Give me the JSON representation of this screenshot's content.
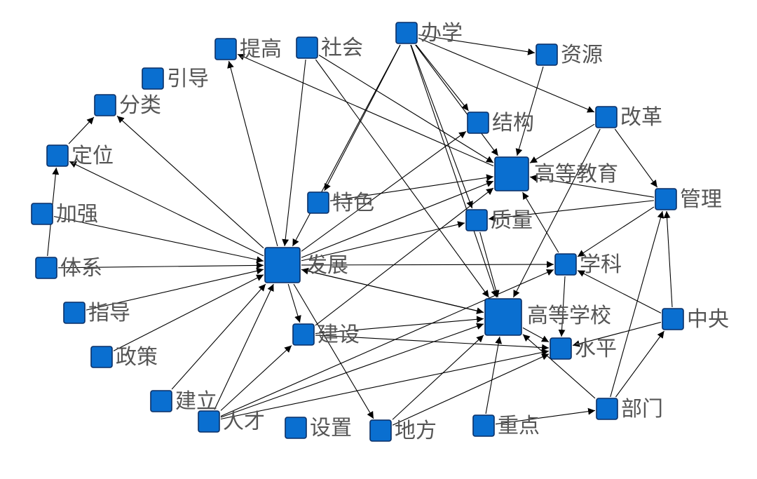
{
  "nodes": [
    {
      "id": "banxue",
      "label": "办学"
    },
    {
      "id": "ziyuan",
      "label": "资源"
    },
    {
      "id": "tigao",
      "label": "提高"
    },
    {
      "id": "shehui",
      "label": "社会"
    },
    {
      "id": "yindao",
      "label": "引导"
    },
    {
      "id": "fenlei",
      "label": "分类"
    },
    {
      "id": "jiegou",
      "label": "结构"
    },
    {
      "id": "gaige",
      "label": "改革"
    },
    {
      "id": "dingwei",
      "label": "定位"
    },
    {
      "id": "gaodengjiaoyu",
      "label": "高等教育"
    },
    {
      "id": "jiaqiang",
      "label": "加强"
    },
    {
      "id": "tese",
      "label": "特色"
    },
    {
      "id": "guanli",
      "label": "管理"
    },
    {
      "id": "zhiliang",
      "label": "质量"
    },
    {
      "id": "fazhan",
      "label": "发展"
    },
    {
      "id": "tixi",
      "label": "体系"
    },
    {
      "id": "xueke",
      "label": "学科"
    },
    {
      "id": "gaodengxuexiao",
      "label": "高等学校"
    },
    {
      "id": "zhongyang",
      "label": "中央"
    },
    {
      "id": "zhidao",
      "label": "指导"
    },
    {
      "id": "jianshe",
      "label": "建设"
    },
    {
      "id": "shuiping",
      "label": "水平"
    },
    {
      "id": "zhengce",
      "label": "政策"
    },
    {
      "id": "jianli",
      "label": "建立"
    },
    {
      "id": "bumen",
      "label": "部门"
    },
    {
      "id": "rencai",
      "label": "人才"
    },
    {
      "id": "shezhi",
      "label": "设置"
    },
    {
      "id": "difang",
      "label": "地方"
    },
    {
      "id": "zhongdian",
      "label": "重点"
    }
  ],
  "edges": [
    [
      "tixi",
      "fazhan"
    ],
    [
      "jiaqiang",
      "fazhan"
    ],
    [
      "zhidao",
      "fazhan"
    ],
    [
      "zhengce",
      "fazhan"
    ],
    [
      "jianli",
      "fazhan"
    ],
    [
      "rencai",
      "fazhan"
    ],
    [
      "tixi",
      "dingwei"
    ],
    [
      "dingwei",
      "fenlei"
    ],
    [
      "fazhan",
      "fenlei"
    ],
    [
      "fazhan",
      "dingwei"
    ],
    [
      "fazhan",
      "tigao"
    ],
    [
      "shehui",
      "fazhan"
    ],
    [
      "banxue",
      "tese"
    ],
    [
      "banxue",
      "fazhan"
    ],
    [
      "banxue",
      "ziyuan"
    ],
    [
      "banxue",
      "gaige"
    ],
    [
      "banxue",
      "gaodengjiaoyu"
    ],
    [
      "banxue",
      "gaodengxuexiao"
    ],
    [
      "banxue",
      "zhiliang"
    ],
    [
      "banxue",
      "jiegou"
    ],
    [
      "ziyuan",
      "gaodengjiaoyu"
    ],
    [
      "shehui",
      "gaodengjiaoyu"
    ],
    [
      "shehui",
      "gaodengxuexiao"
    ],
    [
      "gaodengjiaoyu",
      "tigao"
    ],
    [
      "fazhan",
      "jiegou"
    ],
    [
      "fazhan",
      "gaodengjiaoyu"
    ],
    [
      "fazhan",
      "zhiliang"
    ],
    [
      "fazhan",
      "gaodengxuexiao"
    ],
    [
      "fazhan",
      "jianshe"
    ],
    [
      "tese",
      "gaodengjiaoyu"
    ],
    [
      "fazhan",
      "xueke"
    ],
    [
      "gaige",
      "gaodengjiaoyu"
    ],
    [
      "gaige",
      "guanli"
    ],
    [
      "guanli",
      "gaodengjiaoyu"
    ],
    [
      "guanli",
      "zhiliang"
    ],
    [
      "guanli",
      "xueke"
    ],
    [
      "xueke",
      "gaodengjiaoyu"
    ],
    [
      "gaodengxuexiao",
      "fazhan"
    ],
    [
      "gaodengxuexiao",
      "shuiping"
    ],
    [
      "xueke",
      "shuiping"
    ],
    [
      "zhongyang",
      "guanli"
    ],
    [
      "zhongyang",
      "xueke"
    ],
    [
      "zhongyang",
      "shuiping"
    ],
    [
      "bumen",
      "guanli"
    ],
    [
      "bumen",
      "zhongyang"
    ],
    [
      "bumen",
      "gaodengxuexiao"
    ],
    [
      "jianshe",
      "gaodengxuexiao"
    ],
    [
      "jianshe",
      "shuiping"
    ],
    [
      "jianshe",
      "gaodengjiaoyu"
    ],
    [
      "fazhan",
      "difang"
    ],
    [
      "rencai",
      "jianshe"
    ],
    [
      "rencai",
      "gaodengxuexiao"
    ],
    [
      "rencai",
      "shuiping"
    ],
    [
      "rencai",
      "xueke"
    ],
    [
      "difang",
      "gaodengxuexiao"
    ],
    [
      "difang",
      "shuiping"
    ],
    [
      "zhongdian",
      "gaodengxuexiao"
    ],
    [
      "zhongdian",
      "bumen"
    ],
    [
      "zhiliang",
      "gaodengxuexiao"
    ],
    [
      "gaige",
      "gaodengxuexiao"
    ]
  ]
}
